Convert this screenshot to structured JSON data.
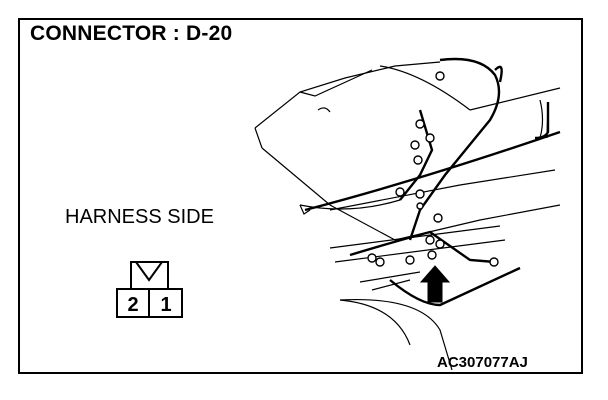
{
  "title": "CONNECTOR : D-20",
  "harness_label": "HARNESS SIDE",
  "connector_pins": [
    "2",
    "1"
  ],
  "figure_code": "AC307077AJ"
}
